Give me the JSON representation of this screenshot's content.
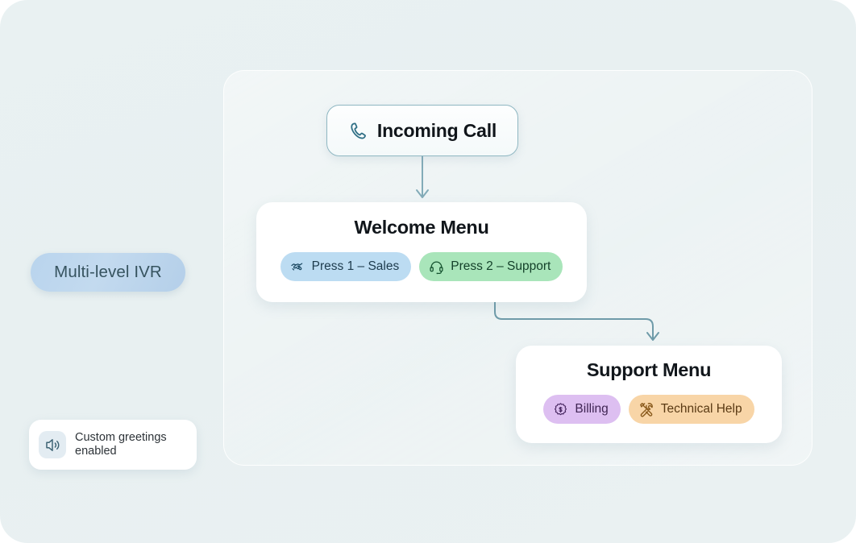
{
  "diagram": {
    "title_chips": {
      "ivr_pill": {
        "label": "Multi-level IVR",
        "icon": "none"
      },
      "greeting_card": {
        "label": "Custom greetings\nenabled",
        "line1": "Custom greetings",
        "line2": "enabled",
        "icon": "speaker-volume-icon"
      }
    },
    "nodes": [
      {
        "id": "incoming-call",
        "title": "Incoming Call",
        "icon": "phone-icon",
        "options": []
      },
      {
        "id": "welcome-menu",
        "title": "Welcome Menu",
        "options": [
          {
            "id": "press-1-sales",
            "label": "Press 1 – Sales",
            "icon": "handshake-icon",
            "color": "#bcdcf2"
          },
          {
            "id": "press-2-support",
            "label": "Press 2 – Support",
            "icon": "headset-icon",
            "color": "#a9e5ba"
          }
        ]
      },
      {
        "id": "support-menu",
        "title": "Support Menu",
        "options": [
          {
            "id": "billing",
            "label": "Billing",
            "icon": "billing-badge-icon",
            "color": "#ddbff1"
          },
          {
            "id": "technical-help",
            "label": "Technical Help",
            "icon": "tools-icon",
            "color": "#f8d5a7"
          }
        ]
      }
    ],
    "connectors": [
      {
        "from": "incoming-call",
        "to": "welcome-menu",
        "style": "straight-down-arrow"
      },
      {
        "from": "press-2-support",
        "to": "support-menu",
        "style": "elbow-right-down-arrow"
      }
    ],
    "colors": {
      "background": "#e9f1f2",
      "panel_border": "#ffffff",
      "node_border": "#8fb7c2",
      "connector": "#7fa7b4",
      "card_background": "#ffffff",
      "pill_blue": "#bcdcf2",
      "pill_green": "#a9e5ba",
      "pill_purple": "#ddbff1",
      "pill_orange": "#f8d5a7",
      "ivr_pill": "#bdd6ee"
    }
  }
}
